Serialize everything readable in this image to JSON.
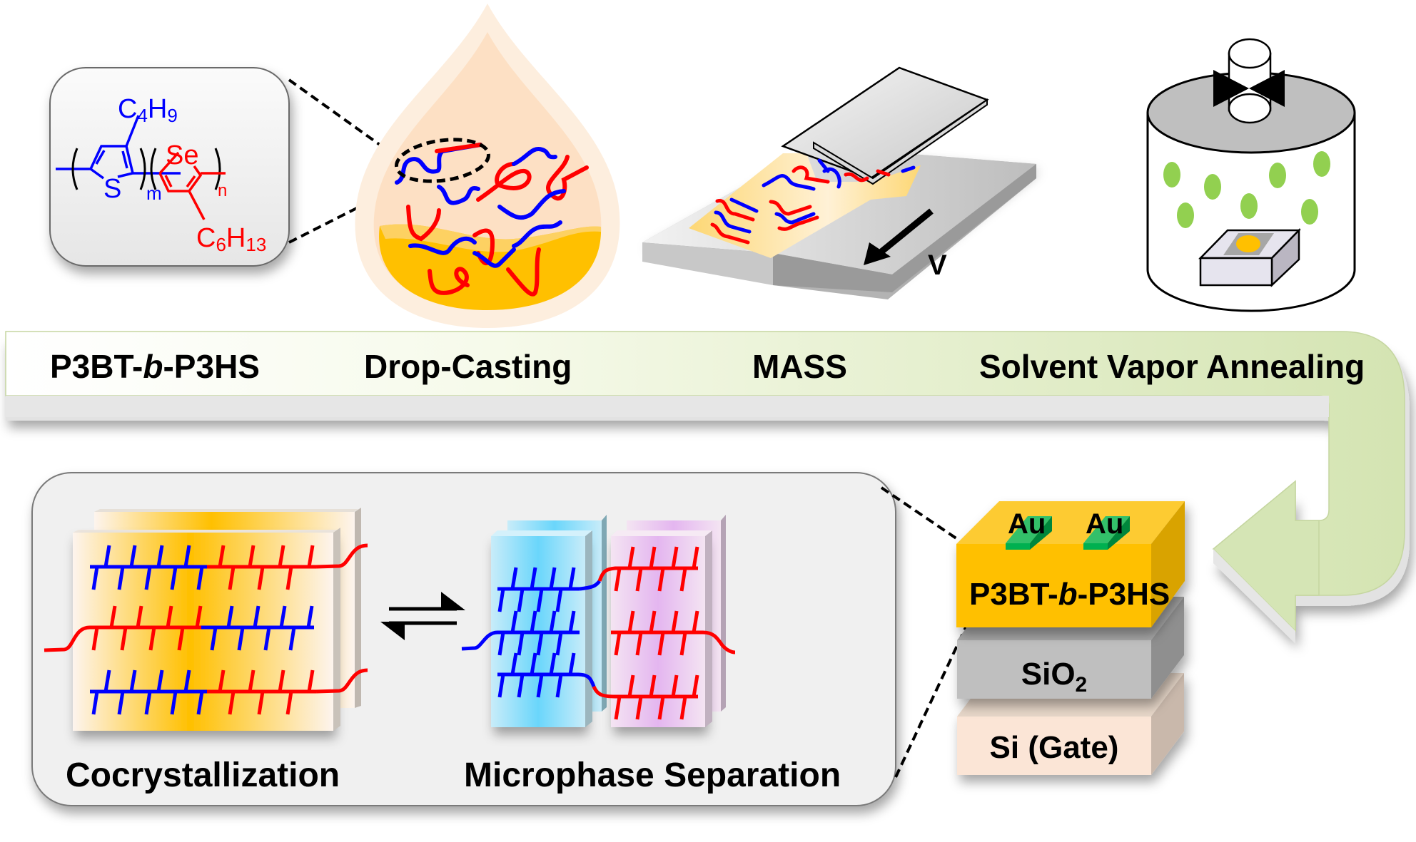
{
  "figure": {
    "process_steps": [
      {
        "label_pre": "P3BT-",
        "label_italic": "b",
        "label_post": "-P3HS"
      },
      {
        "label": "Drop-Casting"
      },
      {
        "label": "MASS"
      },
      {
        "label": "Solvent Vapor Annealing"
      }
    ],
    "molecule": {
      "block1_substituent": {
        "C": "C",
        "sub1": "4",
        "H": "H",
        "sub2": "9"
      },
      "block1_heteroatom": "S",
      "block1_repeat": "m",
      "block2_heteroatom": "Se",
      "block2_repeat": "n",
      "block2_substituent": {
        "C": "C",
        "sub1": "6",
        "H": "H",
        "sub2": "13"
      }
    },
    "mass": {
      "velocity_label": "V"
    },
    "morphology": {
      "left_label": "Cocrystallization",
      "right_label": "Microphase Separation"
    },
    "device": {
      "electrode_1": "Au",
      "electrode_2": "Au",
      "active_layer_pre": "P3BT-",
      "active_layer_italic": "b",
      "active_layer_post": "-P3HS",
      "dielectric_main": "SiO",
      "dielectric_sub": "2",
      "gate": "Si (Gate)"
    },
    "colors": {
      "p3bt_block": "#0000ff",
      "p3hs_block": "#ff0000",
      "solution": "#ffc000",
      "vapor": "#92d050",
      "electrode": "#00b050",
      "arrow": "#d3e4b0"
    }
  }
}
